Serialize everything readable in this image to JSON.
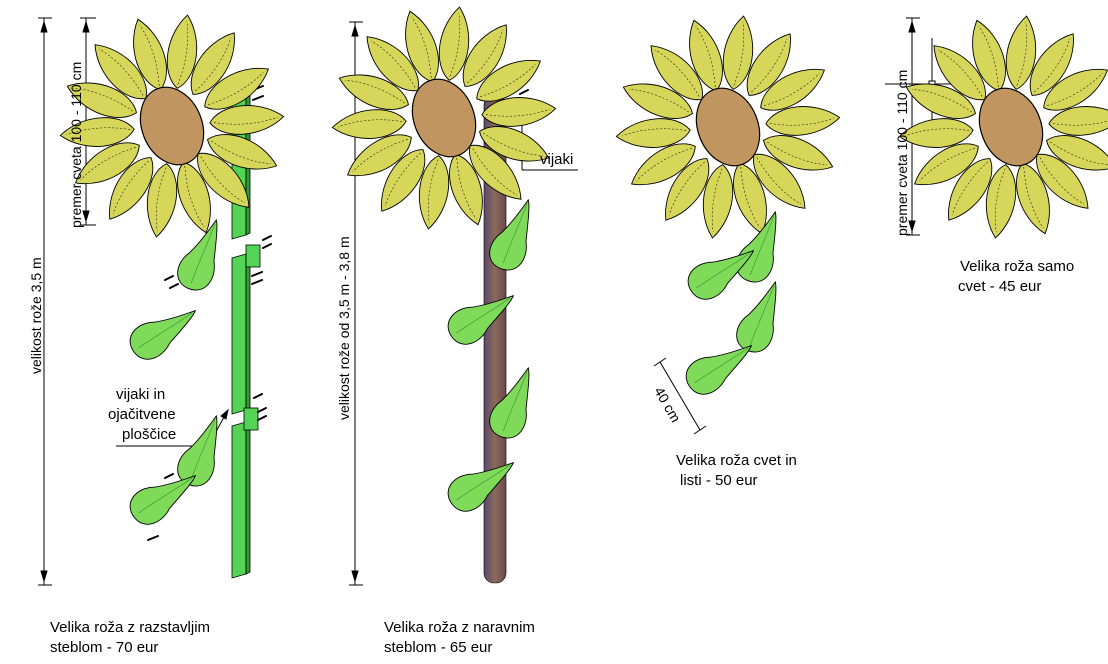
{
  "captions": {
    "stem_split": [
      "Velika roža z razstavljim",
      "steblom - 70 eur"
    ],
    "stem_natural": [
      "Velika roža z naravnim",
      "steblom - 65 eur"
    ],
    "flower_leaves": [
      "Velika roža cvet in",
      "listi - 50 eur"
    ],
    "flower_only": [
      "Velika roža samo",
      "cvet - 45 eur"
    ]
  },
  "dimensions": {
    "height_split": "velikost rože 3,5 m",
    "height_natural": "velikost rože od 3,5 m - 3,8 m",
    "diameter_1": "premer cveta 100 - 110 cm",
    "diameter_2": "premer cveta 100 - 110 cm",
    "leaf_length": "40 cm"
  },
  "annotations": {
    "screws_plates": [
      "vijaki in",
      "ojačitvene",
      "ploščice"
    ],
    "screws": "vijaki"
  },
  "colors": {
    "petal": "#D6D65A",
    "center": "#C1955F",
    "leaf": "#7FDA5A",
    "stem_green": "#54D454",
    "stem_brown": "#7A5A5A",
    "line": "#000000"
  }
}
